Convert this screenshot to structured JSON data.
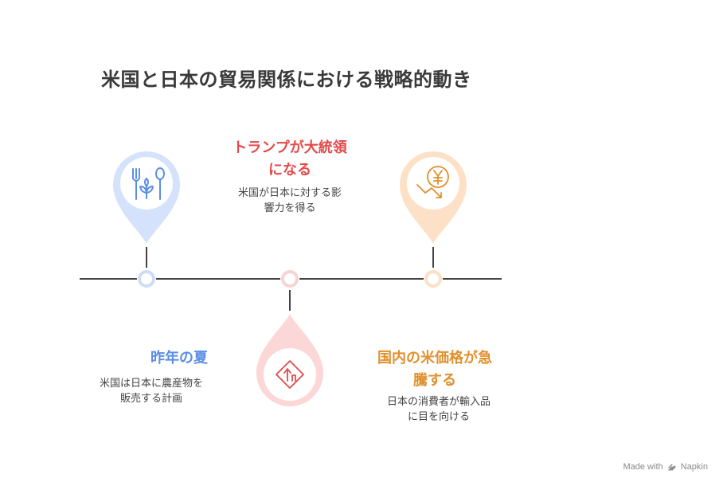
{
  "title": "米国と日本の貿易関係における戦略的動き",
  "events": [
    {
      "heading_lines": [
        "昨年の夏"
      ],
      "body_lines": [
        "米国は日本に農産物を",
        "販売する計画"
      ],
      "icon": "agriculture-icon",
      "color": "#5b8ee6"
    },
    {
      "heading_lines": [
        "トランプが大統領",
        "になる"
      ],
      "body_lines": [
        "米国が日本に対する影",
        "響力を得る"
      ],
      "icon": "trend-up-sign-icon",
      "color": "#e24b4b"
    },
    {
      "heading_lines": [
        "国内の米価格が急",
        "騰する"
      ],
      "body_lines": [
        "日本の消費者が輸入品",
        "に目を向ける"
      ],
      "icon": "yen-down-icon",
      "color": "#e0902d"
    }
  ],
  "footer": {
    "made_with": "Made with",
    "brand": "Napkin"
  }
}
